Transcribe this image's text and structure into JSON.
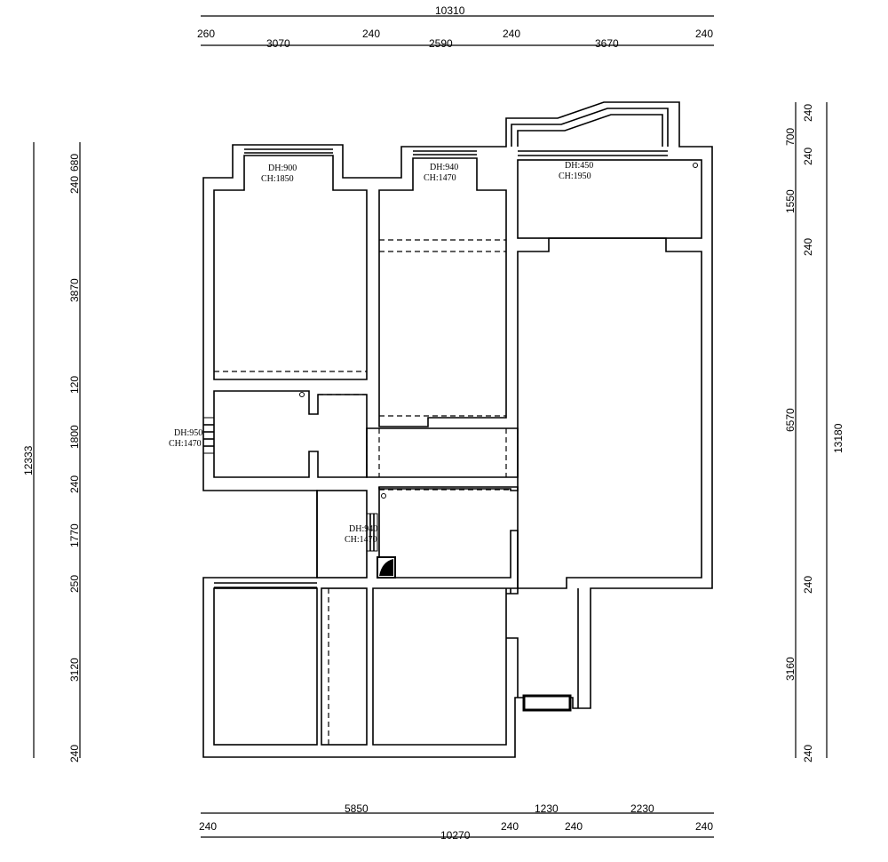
{
  "top_dims": {
    "total": "10310",
    "walls": [
      "260",
      "240",
      "240",
      "240"
    ],
    "spans": [
      "3070",
      "2590",
      "3670"
    ]
  },
  "bottom_dims": {
    "total": "10270",
    "walls": [
      "240",
      "240",
      "240",
      "240"
    ],
    "spans": [
      "5850",
      "1230",
      "2230"
    ]
  },
  "left_dims": {
    "total": "12333",
    "segments": [
      "680",
      "240",
      "3870",
      "120",
      "1800",
      "240",
      "1770",
      "250",
      "3120",
      "240"
    ]
  },
  "right_dims": {
    "total": "13180",
    "segments": [
      "240",
      "700",
      "240",
      "1550",
      "240",
      "6570",
      "240",
      "3160",
      "240"
    ]
  },
  "windows": [
    {
      "dh": "DH:900",
      "ch": "CH:1850"
    },
    {
      "dh": "DH:940",
      "ch": "CH:1470"
    },
    {
      "dh": "DH:450",
      "ch": "CH:1950"
    },
    {
      "dh": "DH:950",
      "ch": "CH:1470"
    },
    {
      "dh": "DH:940",
      "ch": "CH:1470"
    }
  ]
}
